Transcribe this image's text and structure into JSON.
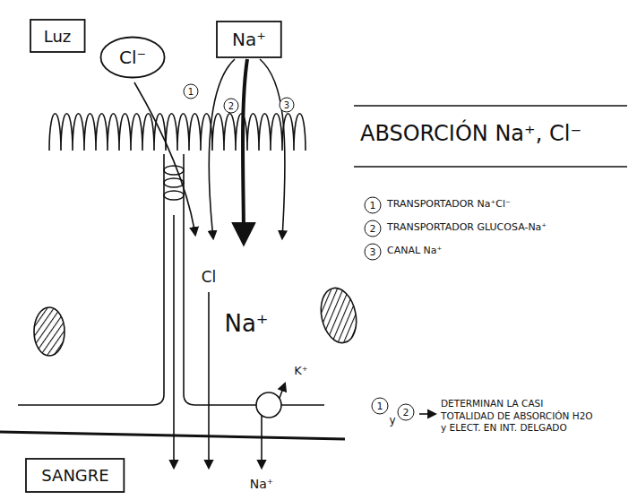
{
  "diagram": {
    "title": "ABSORCIÓN Na⁺, Cl⁻",
    "nodes": [
      {
        "text": [
          "Luz"
        ]
      },
      {
        "text": [
          "Cl⁻"
        ]
      },
      {
        "text": [
          "Na⁺"
        ]
      },
      {
        "text": [
          "SANGRE"
        ]
      }
    ],
    "labels": [
      "1",
      "2",
      "3",
      "Cl",
      "Na⁺",
      "K⁺",
      "Na⁺",
      "1",
      "2",
      "3",
      "1",
      "y",
      "2",
      "DETERMINAN LA CASI TOTALIDAD DE ABSORCIÓN H2O y ELECT. EN INT. DELGADO"
    ],
    "legend": [
      {
        "text": "TRANSPORTADOR Na⁺Cl⁻"
      },
      {
        "text": "TRANSPORTADOR GLUCOSA-Na⁺"
      },
      {
        "text": "CANAL Na⁺"
      }
    ]
  }
}
